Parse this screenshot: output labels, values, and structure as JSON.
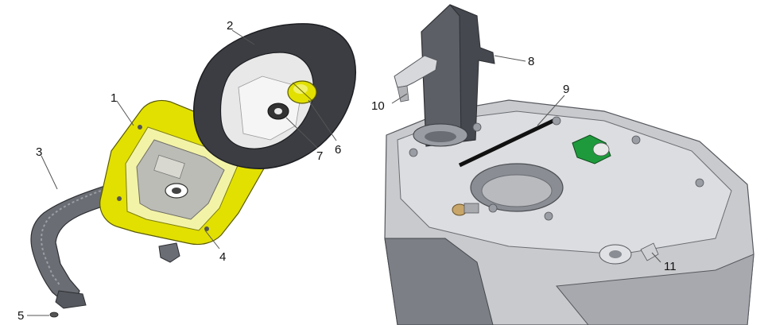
{
  "colors": {
    "yellow_housing": "#e2e000",
    "handle_dark": "#3b3d42",
    "machine_grey": "#c9cacd",
    "machine_dark": "#7c7f86",
    "accent_green": "#1e9a3c",
    "brass": "#c8a66a"
  },
  "callouts": [
    {
      "id": "1",
      "label": "1"
    },
    {
      "id": "2",
      "label": "2"
    },
    {
      "id": "3",
      "label": "3"
    },
    {
      "id": "4",
      "label": "4"
    },
    {
      "id": "5",
      "label": "5"
    },
    {
      "id": "6",
      "label": "6"
    },
    {
      "id": "7",
      "label": "7"
    },
    {
      "id": "8",
      "label": "8"
    },
    {
      "id": "9",
      "label": "9"
    },
    {
      "id": "10",
      "label": "10"
    },
    {
      "id": "11",
      "label": "11"
    }
  ]
}
